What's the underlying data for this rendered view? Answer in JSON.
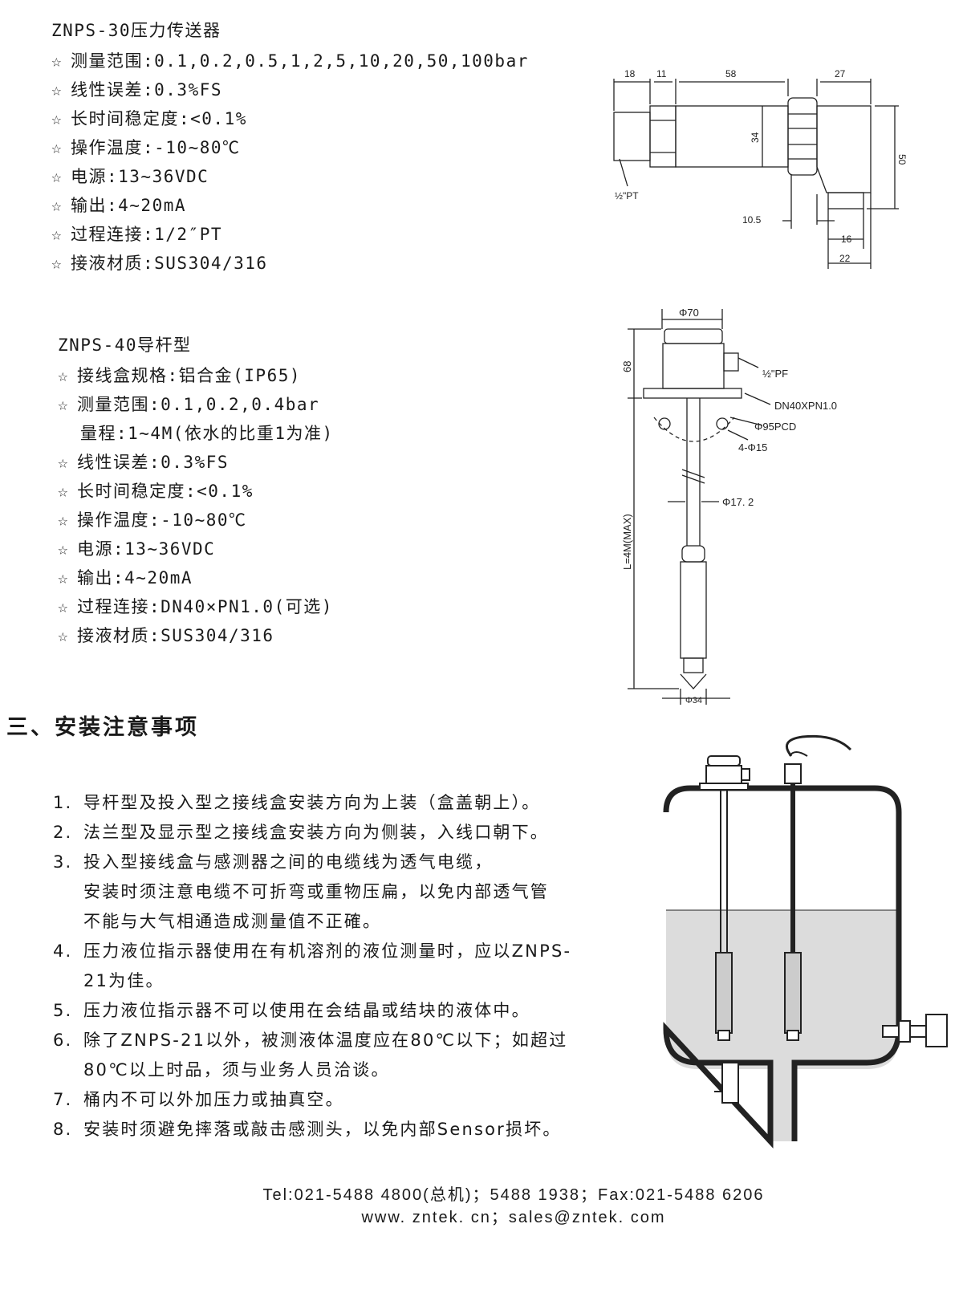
{
  "product_a": {
    "title": "ZNPS-30压力传送器",
    "specs": [
      "测量范围:0.1,0.2,0.5,1,2,5,10,20,50,100bar",
      "线性误差:0.3%FS",
      "长时间稳定度:<0.1%",
      "操作温度:-10~80℃",
      "电源:13~36VDC",
      "输出:4~20mA",
      "过程连接:1/2″PT",
      "接液材质:SUS304/316"
    ],
    "diagram": {
      "dim_18": "18",
      "dim_11": "11",
      "dim_58": "58",
      "dim_27": "27",
      "dim_34": "34",
      "dim_50": "50",
      "dim_105": "10.5",
      "dim_16": "16",
      "dim_22": "22",
      "thread": "½\"PT"
    }
  },
  "product_b": {
    "title": "ZNPS-40导杆型",
    "specs": [
      "接线盒规格:铝合金(IP65)",
      "测量范围:0.1,0.2,0.4bar"
    ],
    "range_note": "量程:1~4M(依水的比重1为准)",
    "specs2": [
      "线性误差:0.3%FS",
      "长时间稳定度:<0.1%",
      "操作温度:-10~80℃",
      "电源:13~36VDC",
      "输出:4~20mA",
      "过程连接:DN40×PN1.0(可选)",
      "接液材质:SUS304/316"
    ],
    "diagram": {
      "phi70": "Φ70",
      "dim68": "68",
      "pf": "½\"PF",
      "flange": "DN40XPN1.0",
      "pcd": "Φ95PCD",
      "holes": "4-Φ15",
      "rod": "Φ17. 2",
      "length": "L=4M(MAX)",
      "phi34": "Φ34"
    }
  },
  "section": {
    "heading": "三、安装注意事项",
    "notes": [
      {
        "num": "1.",
        "lines": [
          "导杆型及投入型之接线盒安装方向为上装（盒盖朝上）。"
        ]
      },
      {
        "num": "2.",
        "lines": [
          "法兰型及显示型之接线盒安装方向为侧装，入线口朝下。"
        ]
      },
      {
        "num": "3.",
        "lines": [
          "投入型接线盒与感测器之间的电缆线为透气电缆，",
          "安装时须注意电缆不可折弯或重物压扁，以免内部透气管",
          "不能与大气相通造成测量值不正確。"
        ]
      },
      {
        "num": "4.",
        "lines": [
          "压力液位指示器使用在有机溶剂的液位测量时，应以ZNPS-",
          "21为佳。"
        ]
      },
      {
        "num": "5.",
        "lines": [
          "压力液位指示器不可以使用在会结晶或结块的液体中。"
        ]
      },
      {
        "num": "6.",
        "lines": [
          "除了ZNPS-21以外，被测液体温度应在80℃以下；如超过",
          "80℃以上时品，须与业务人员洽谈。"
        ]
      },
      {
        "num": "7.",
        "lines": [
          "桶内不可以外加压力或抽真空。"
        ]
      },
      {
        "num": "8.",
        "lines": [
          "安装时须避免摔落或敲击感测头，以免内部Sensor损坏。"
        ]
      }
    ]
  },
  "footer": {
    "line1": "Tel:021-5488 4800(总机)；5488 1938；Fax:021-5488 6206",
    "line2": "www. zntek. cn；sales@zntek. com"
  },
  "star_glyph": "☆"
}
